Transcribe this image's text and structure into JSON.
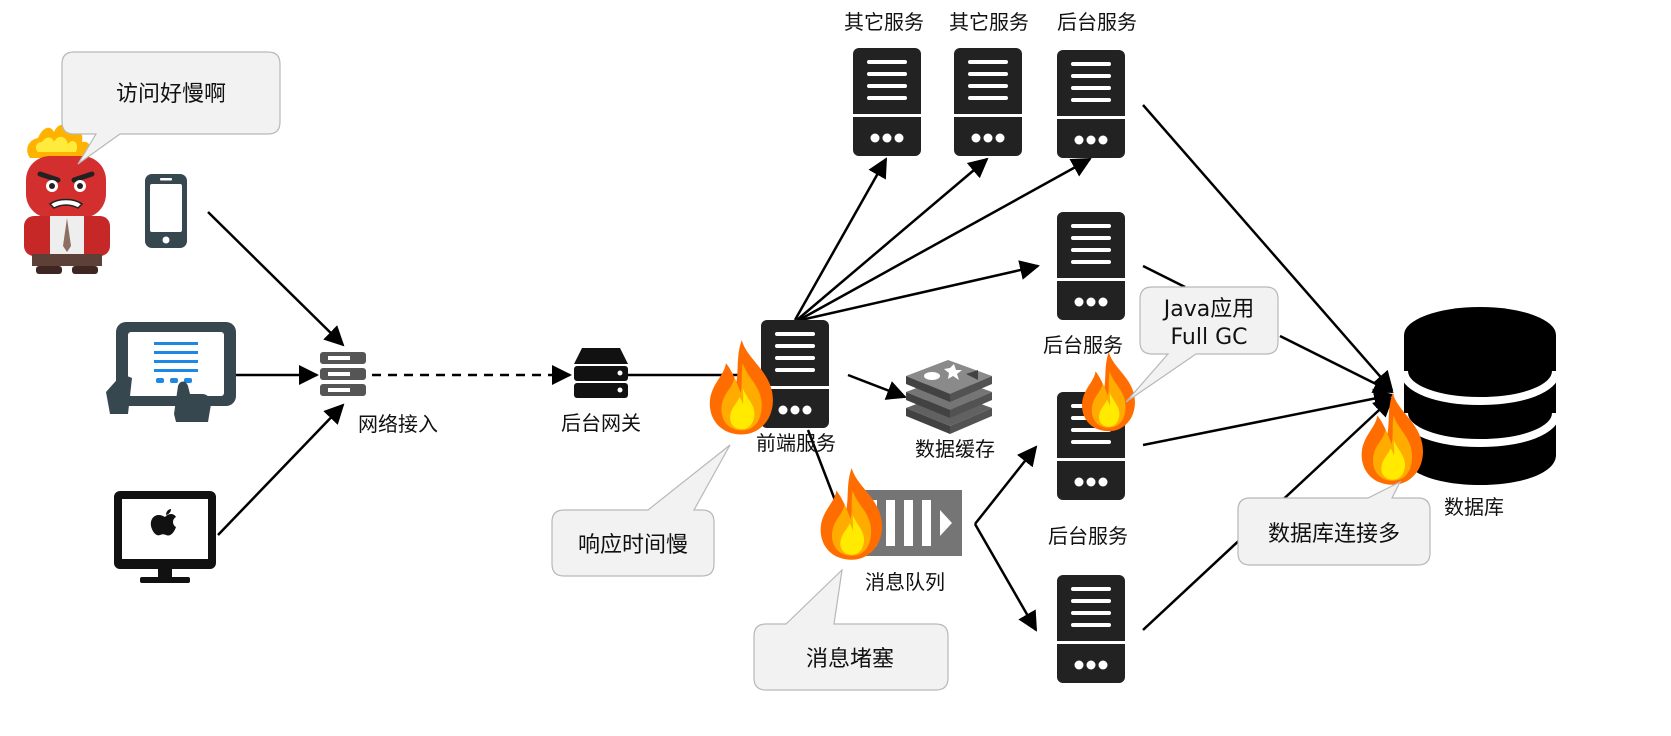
{
  "labels": {
    "other_service_1": "其它服务",
    "other_service_2": "其它服务",
    "backend_service_top": "后台服务",
    "backend_service_mid": "后台服务",
    "backend_service_low": "后台服务",
    "network_access": "网络接入",
    "backend_gateway": "后台网关",
    "frontend_service": "前端服务",
    "data_cache": "数据缓存",
    "message_queue": "消息队列",
    "database": "数据库"
  },
  "bubbles": {
    "user_complaint": "访问好慢啊",
    "java_app_line1": "Java应用",
    "java_app_line2": "Full GC",
    "response_slow": "响应时间慢",
    "message_blocked": "消息堵塞",
    "db_connections": "数据库连接多"
  },
  "colors": {
    "server": "#222222",
    "line": "#000000",
    "bubble_fill": "#f2f2f2",
    "bubble_stroke": "#b8b8b8",
    "tablet_accent": "#1e88e5",
    "tablet_body": "#37474f",
    "flame_outer": "#ff6d00",
    "flame_inner": "#ffd600",
    "cache_gray": "#616161",
    "queue_gray": "#757575",
    "character_red": "#d32f2f"
  },
  "icons": {
    "user": "angry-character-icon",
    "phone": "phone-icon",
    "tablet": "tablet-icon",
    "desktop": "apple-desktop-icon",
    "router": "network-router-icon",
    "gateway": "gateway-server-icon",
    "server": "server-icon",
    "cache": "redis-cache-icon",
    "queue": "message-queue-icon",
    "database": "database-icon",
    "fire": "fire-icon"
  }
}
